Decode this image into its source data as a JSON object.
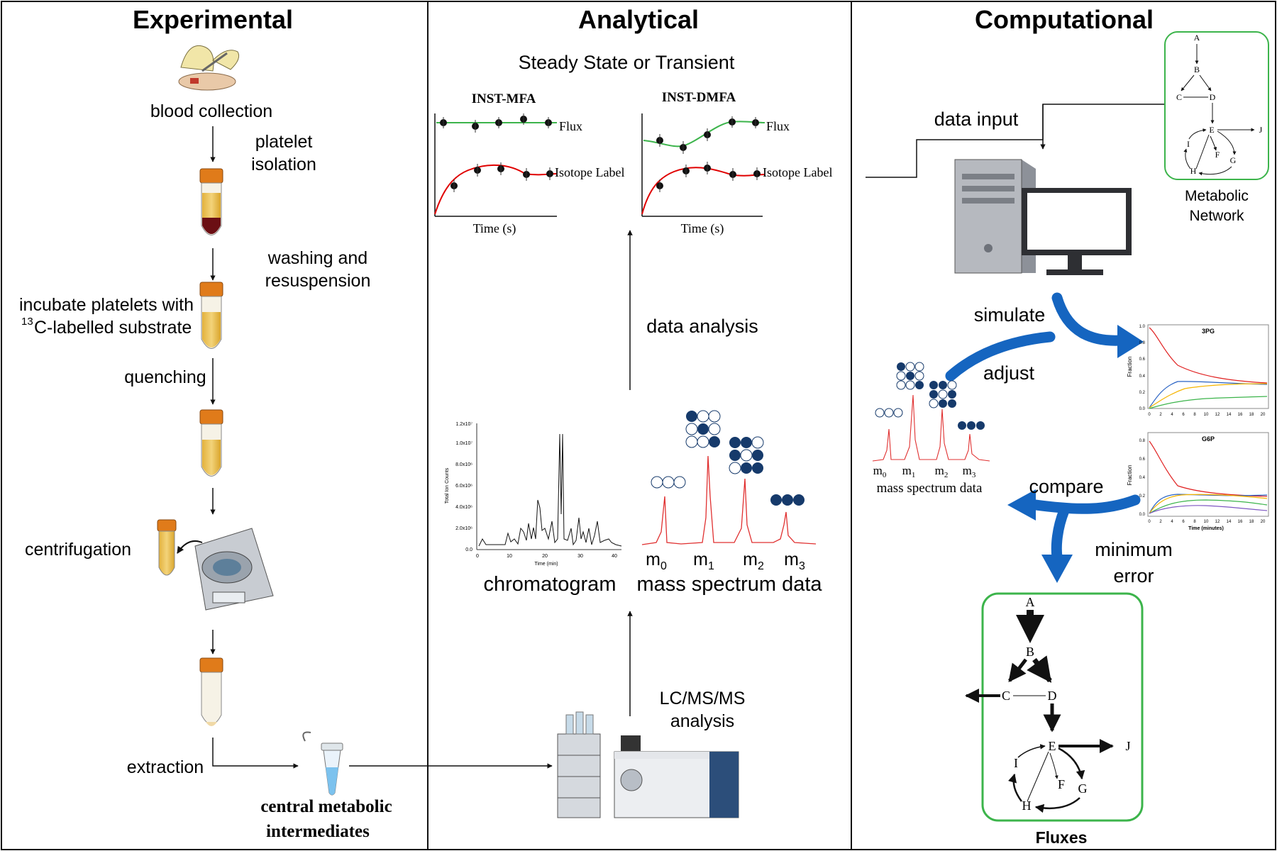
{
  "panels": {
    "experimental": {
      "title": "Experimental",
      "steps": {
        "blood_collection": "blood collection",
        "platelet_isolation": [
          "platelet",
          "isolation"
        ],
        "washing": [
          "washing and",
          "resuspension"
        ],
        "incubate": [
          "incubate platelets with",
          "C-labelled substrate"
        ],
        "incubate_superscript": "13",
        "quenching": "quenching",
        "centrifugation": "centrifugation",
        "extraction": "extraction",
        "intermediates": [
          "central metabolic",
          "intermediates"
        ]
      }
    },
    "analytical": {
      "title": "Analytical",
      "subtitle": "Steady State or Transient",
      "charts": {
        "inst_mfa_title": "INST-MFA",
        "inst_dmfa_title": "INST-DMFA",
        "flux_label": "Flux",
        "isotope_label": "Isotope Label",
        "time_label": "Time (s)"
      },
      "data_analysis": "data analysis",
      "chromatogram": {
        "label": "chromatogram",
        "ylabel": "Total Ion Counts",
        "xlabel": "Time (min)",
        "yticks": [
          "0.0",
          "2.0x10⁶",
          "4.0x10⁶",
          "6.0x10⁶",
          "8.0x10⁶",
          "1.0x10⁷",
          "1.2x10⁷"
        ],
        "xticks": [
          "0",
          "10",
          "20",
          "30",
          "40"
        ]
      },
      "mass_spectrum": {
        "label": "mass spectrum data",
        "peaks": [
          "m",
          "m",
          "m",
          "m"
        ],
        "subscripts": [
          "0",
          "1",
          "2",
          "3"
        ]
      },
      "lcms": [
        "LC/MS/MS",
        "analysis"
      ]
    },
    "computational": {
      "title": "Computational",
      "data_input": "data input",
      "network_caption": [
        "Metabolic",
        "Network"
      ],
      "nodes": [
        "A",
        "B",
        "C",
        "D",
        "E",
        "F",
        "G",
        "H",
        "I",
        "J"
      ],
      "simulate": "simulate",
      "adjust": "adjust",
      "compare": "compare",
      "minimum_error": [
        "minimum",
        "error"
      ],
      "mass_spectrum_small": "mass spectrum data",
      "plot_3pg": {
        "title": "3PG",
        "ylabel": "Fraction",
        "yticks": [
          "0.0",
          "0.2",
          "0.4",
          "0.6",
          "0.8",
          "1.0"
        ],
        "xticks": [
          "0",
          "2",
          "4",
          "6",
          "8",
          "10",
          "12",
          "14",
          "16",
          "18",
          "20"
        ]
      },
      "plot_g6p": {
        "title": "G6P",
        "ylabel": "Fraction",
        "xlabel": "Time (minutes)",
        "yticks": [
          "0.0",
          "0.2",
          "0.4",
          "0.6",
          "0.8"
        ],
        "xticks": [
          "0",
          "2",
          "4",
          "6",
          "8",
          "10",
          "12",
          "14",
          "16",
          "18",
          "20"
        ]
      },
      "fluxes_caption": "Fluxes"
    }
  },
  "colors": {
    "network_border": "#3cb44b",
    "blue_arrow": "#1565c0",
    "flux_curve": "#3cb44b",
    "isotope_curve": "#e00000",
    "tube_cap": "#e07b1a",
    "molecule_fill": "#163a6b"
  }
}
